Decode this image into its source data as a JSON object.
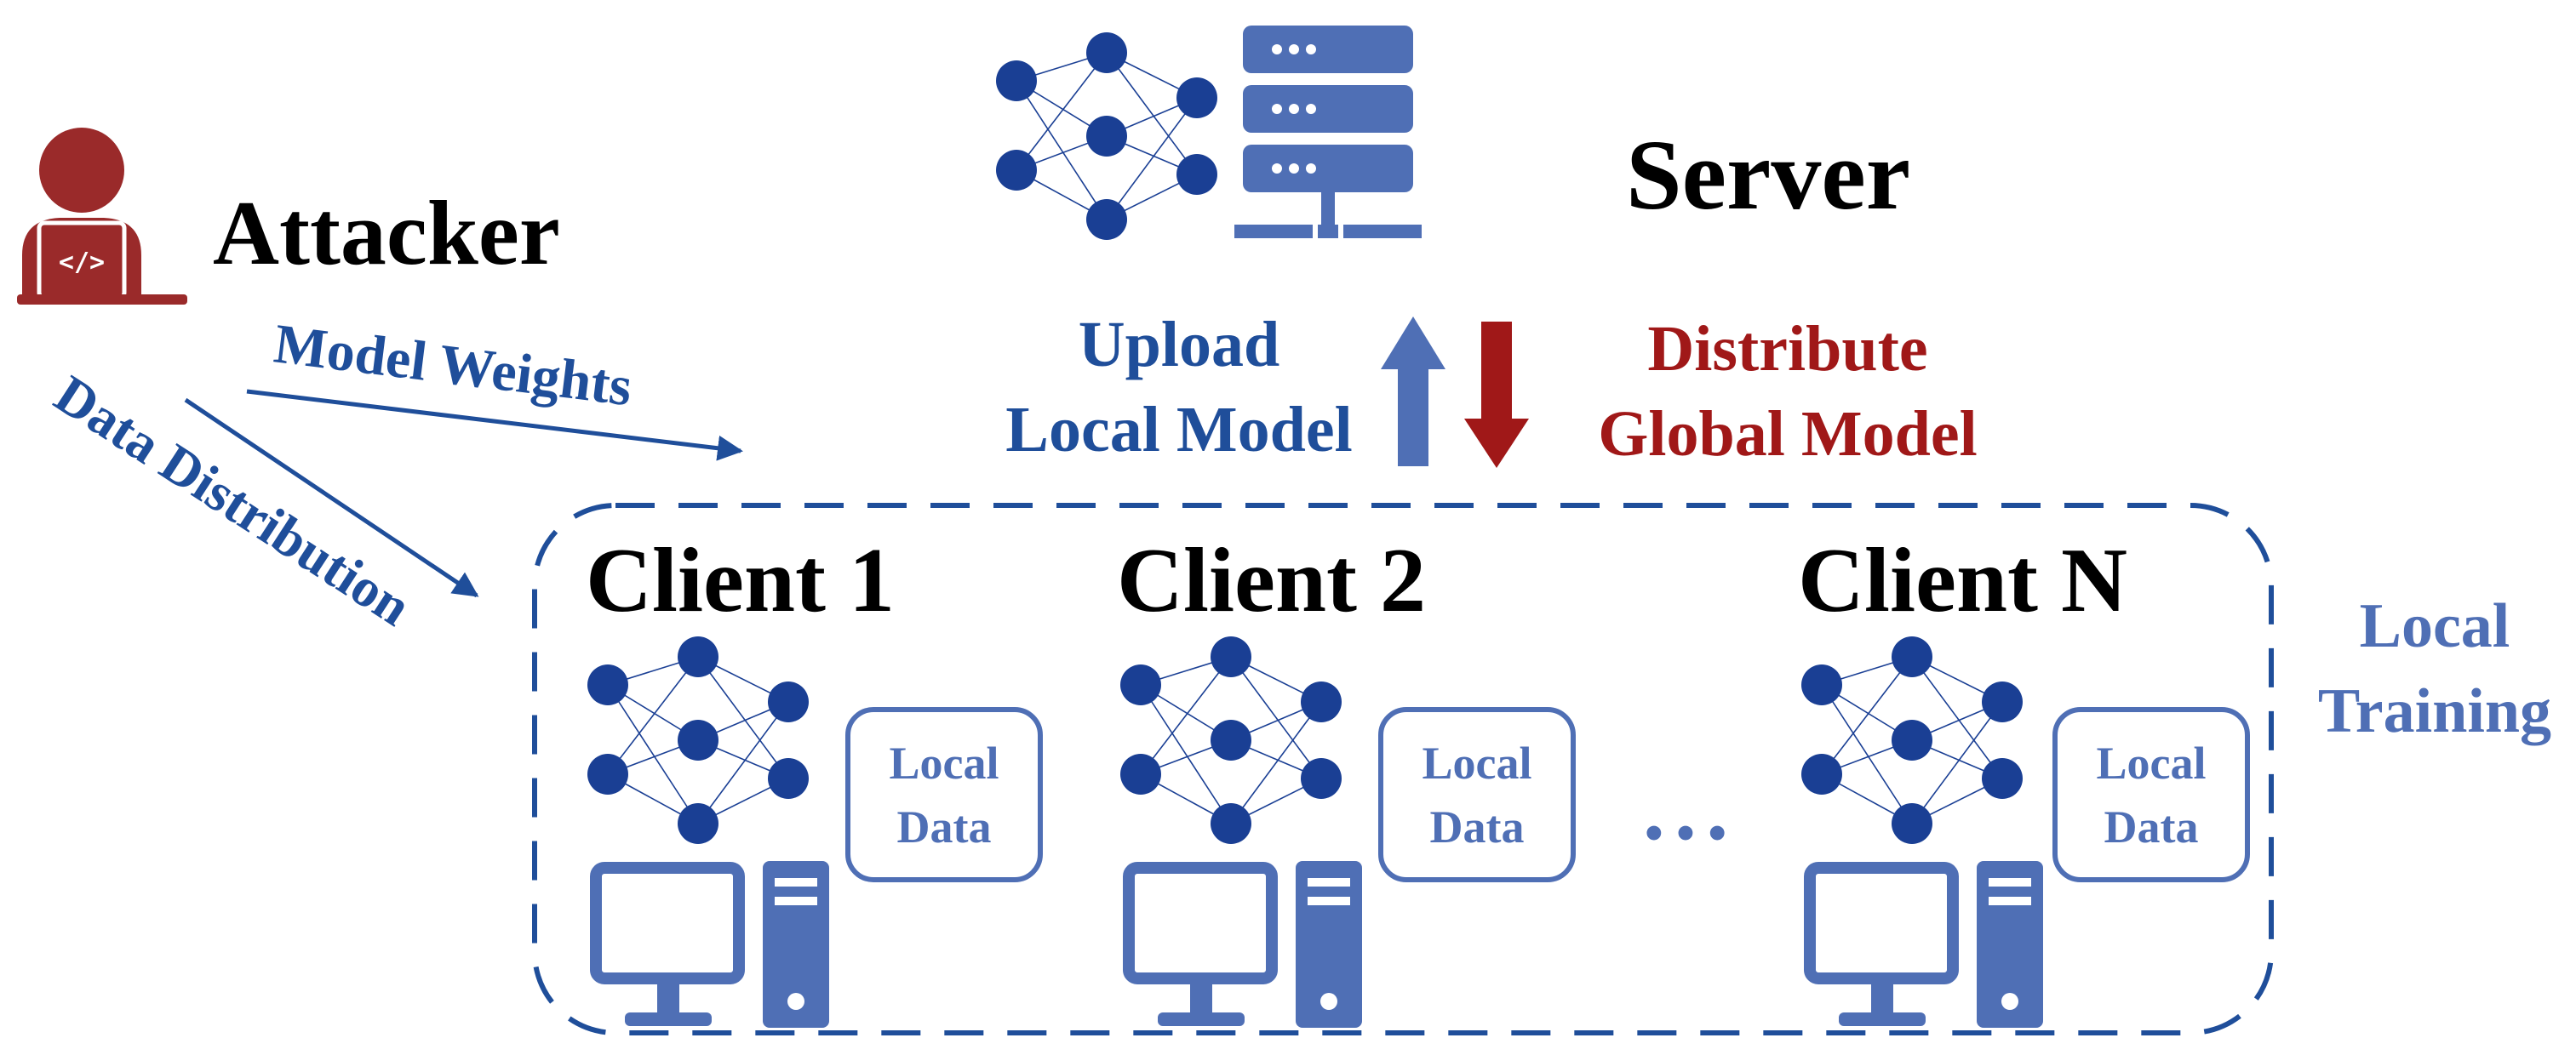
{
  "colors": {
    "navy": "#1f4e9a",
    "node_blue": "#1a3f94",
    "slate": "#4f6fb5",
    "attacker_red": "#9a2a2a",
    "distribute_red": "#a01818",
    "black": "#000000"
  },
  "labels": {
    "attacker": "Attacker",
    "server": "Server",
    "upload_line1": "Upload",
    "upload_line2": "Local Model",
    "distribute_line1": "Distribute",
    "distribute_line2": "Global Model",
    "model_weights": "Model Weights",
    "data_distribution": "Data Distribution",
    "local_training_line1": "Local",
    "local_training_line2": "Training",
    "ellipsis": "• • •"
  },
  "clients": [
    {
      "name": "Client 1",
      "data_line1": "Local",
      "data_line2": "Data"
    },
    {
      "name": "Client 2",
      "data_line1": "Local",
      "data_line2": "Data"
    },
    {
      "name": "Client N",
      "data_line1": "Local",
      "data_line2": "Data"
    }
  ],
  "icons": {
    "attacker": "attacker-laptop-icon",
    "server_net": "neural-network-icon",
    "server": "server-rack-icon",
    "client_net": "neural-network-icon",
    "client_pc": "desktop-computer-icon"
  }
}
